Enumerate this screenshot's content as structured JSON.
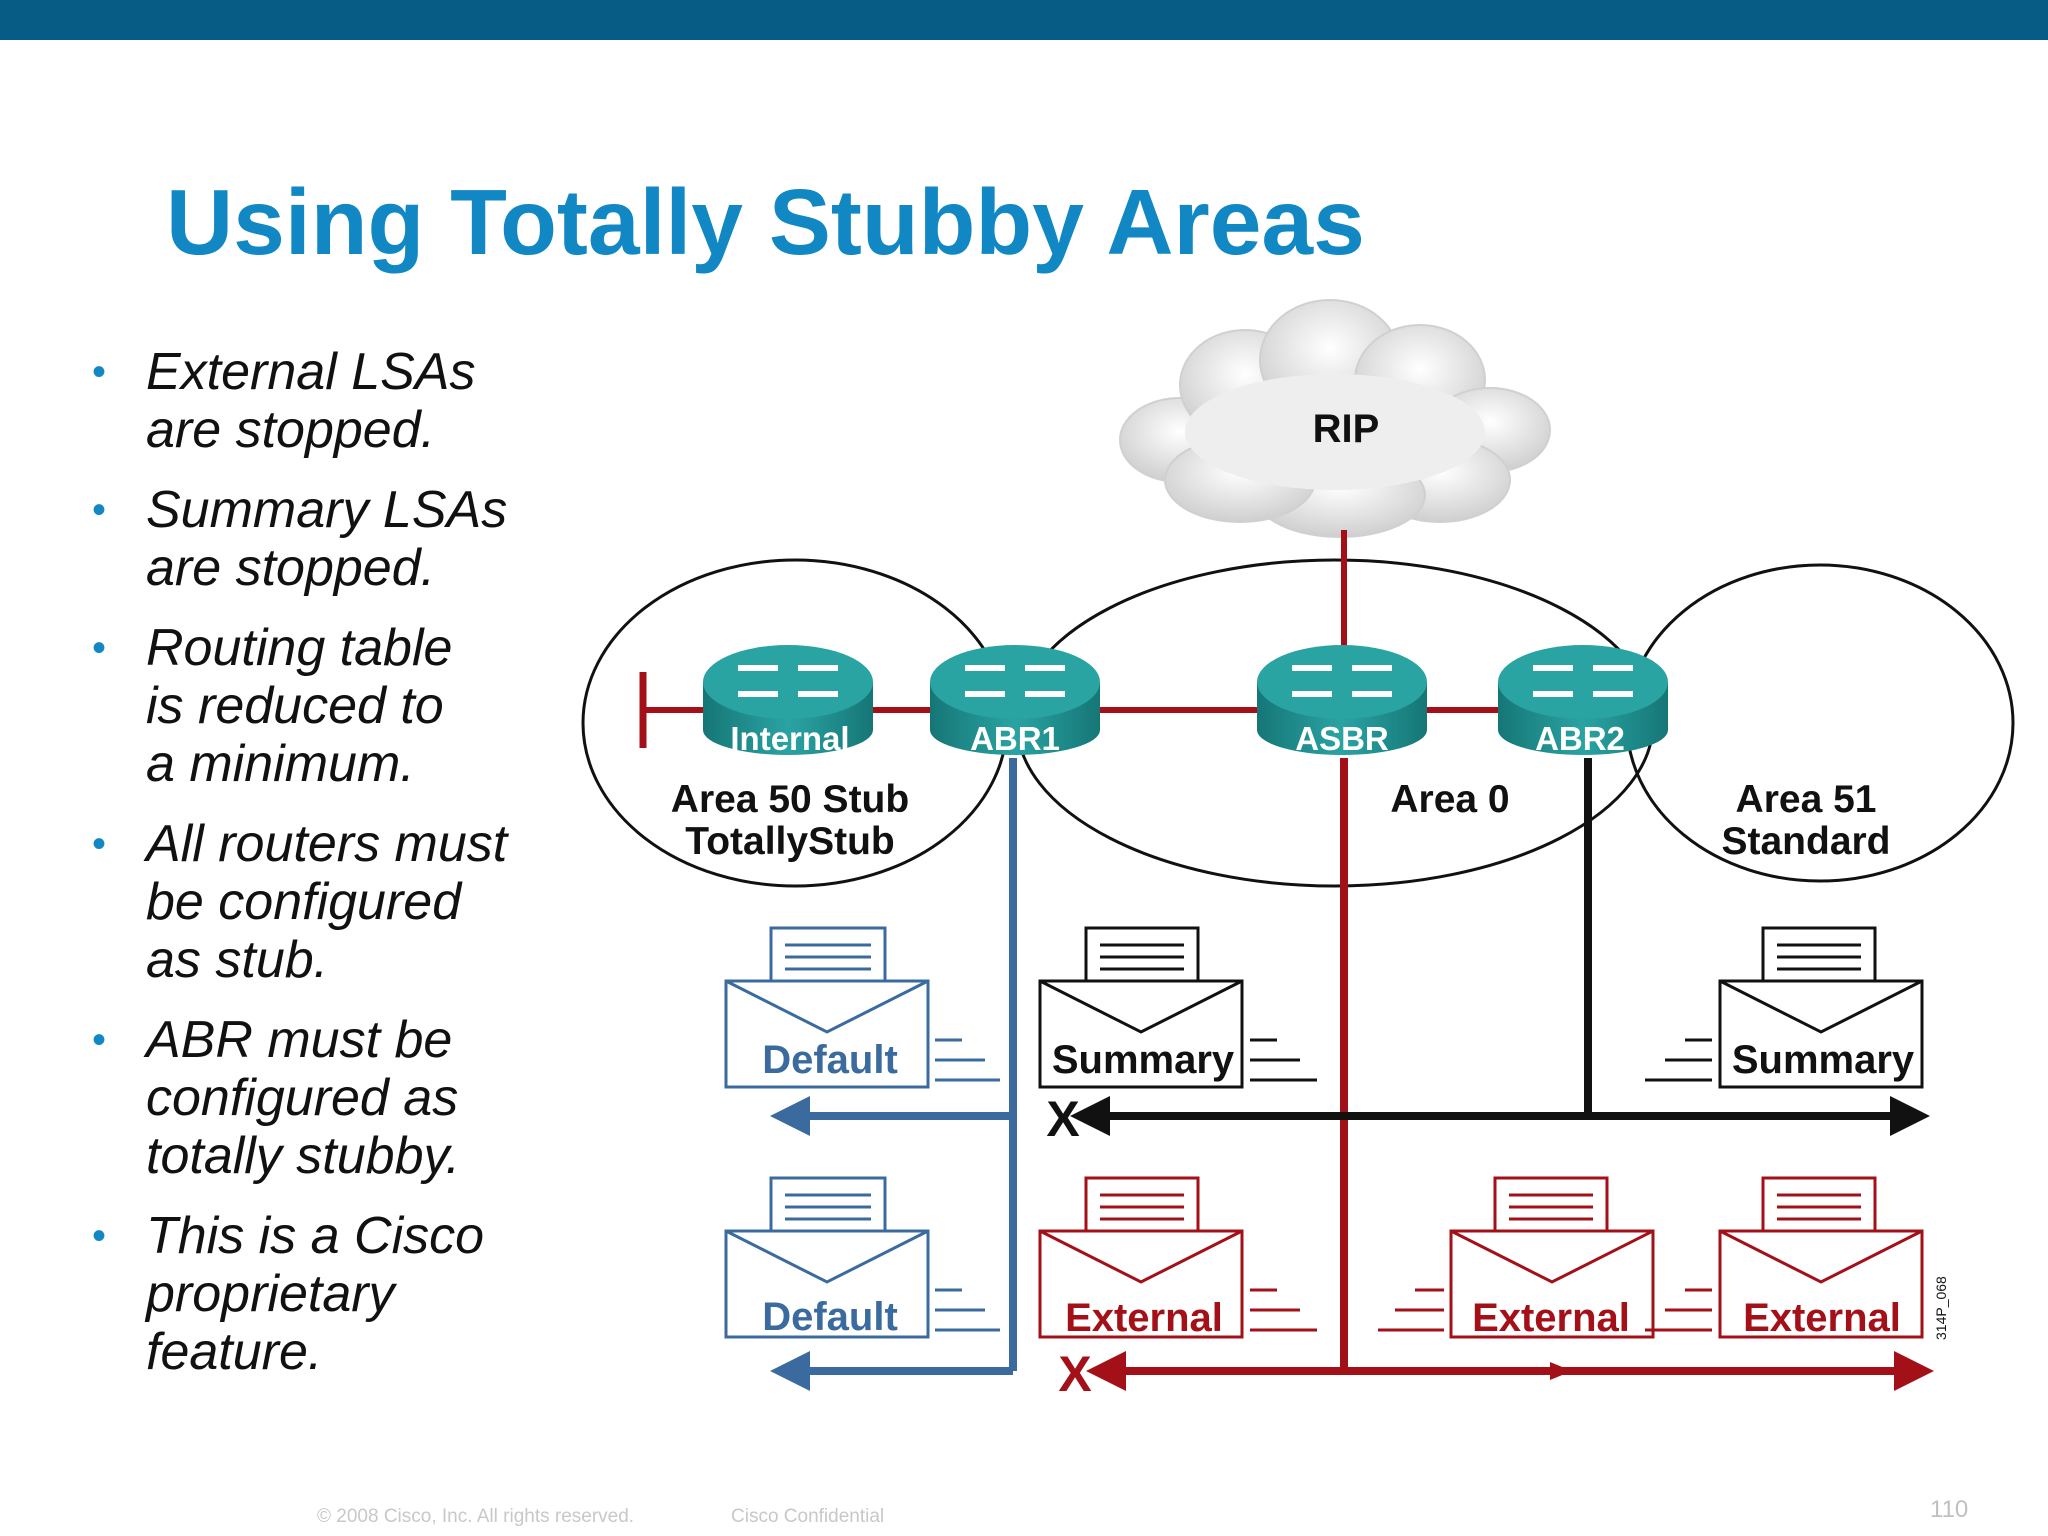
{
  "slide": {
    "title": "Using Totally Stubby Areas",
    "bullets": [
      [
        "External LSAs",
        "are stopped."
      ],
      [
        "Summary LSAs",
        "are stopped."
      ],
      [
        "Routing table",
        "is reduced to",
        "a minimum."
      ],
      [
        "All routers must",
        "be configured",
        "as stub."
      ],
      [
        "ABR must be",
        "configured as",
        "totally stubby."
      ],
      [
        "This is a Cisco",
        "proprietary",
        "feature."
      ]
    ],
    "footer_copyright": "© 2008 Cisco, Inc. All rights reserved.",
    "footer_confidential": "Cisco Confidential",
    "page_number": "110"
  },
  "diagram": {
    "cloud_label": "RIP",
    "routers": {
      "internal": "Internal",
      "abr1": "ABR1",
      "asbr": "ASBR",
      "abr2": "ABR2"
    },
    "areas": {
      "area50_line1": "Area 50 Stub",
      "area50_line2": "TotallyStub",
      "area0": "Area 0",
      "area51_line1": "Area 51",
      "area51_line2": "Standard"
    },
    "lsa_labels": {
      "default_top": "Default",
      "summary_mid": "Summary",
      "summary_right": "Summary",
      "default_bottom": "Default",
      "external_1": "External",
      "external_2": "External",
      "external_3": "External"
    },
    "blocked_marker_1": "X",
    "blocked_marker_2": "X",
    "figure_code": "314P_068",
    "colors": {
      "blue": "#3b6b9e",
      "red": "#a31018",
      "black": "#111111",
      "router": "#1d8a8a",
      "title": "#1188c4"
    }
  }
}
